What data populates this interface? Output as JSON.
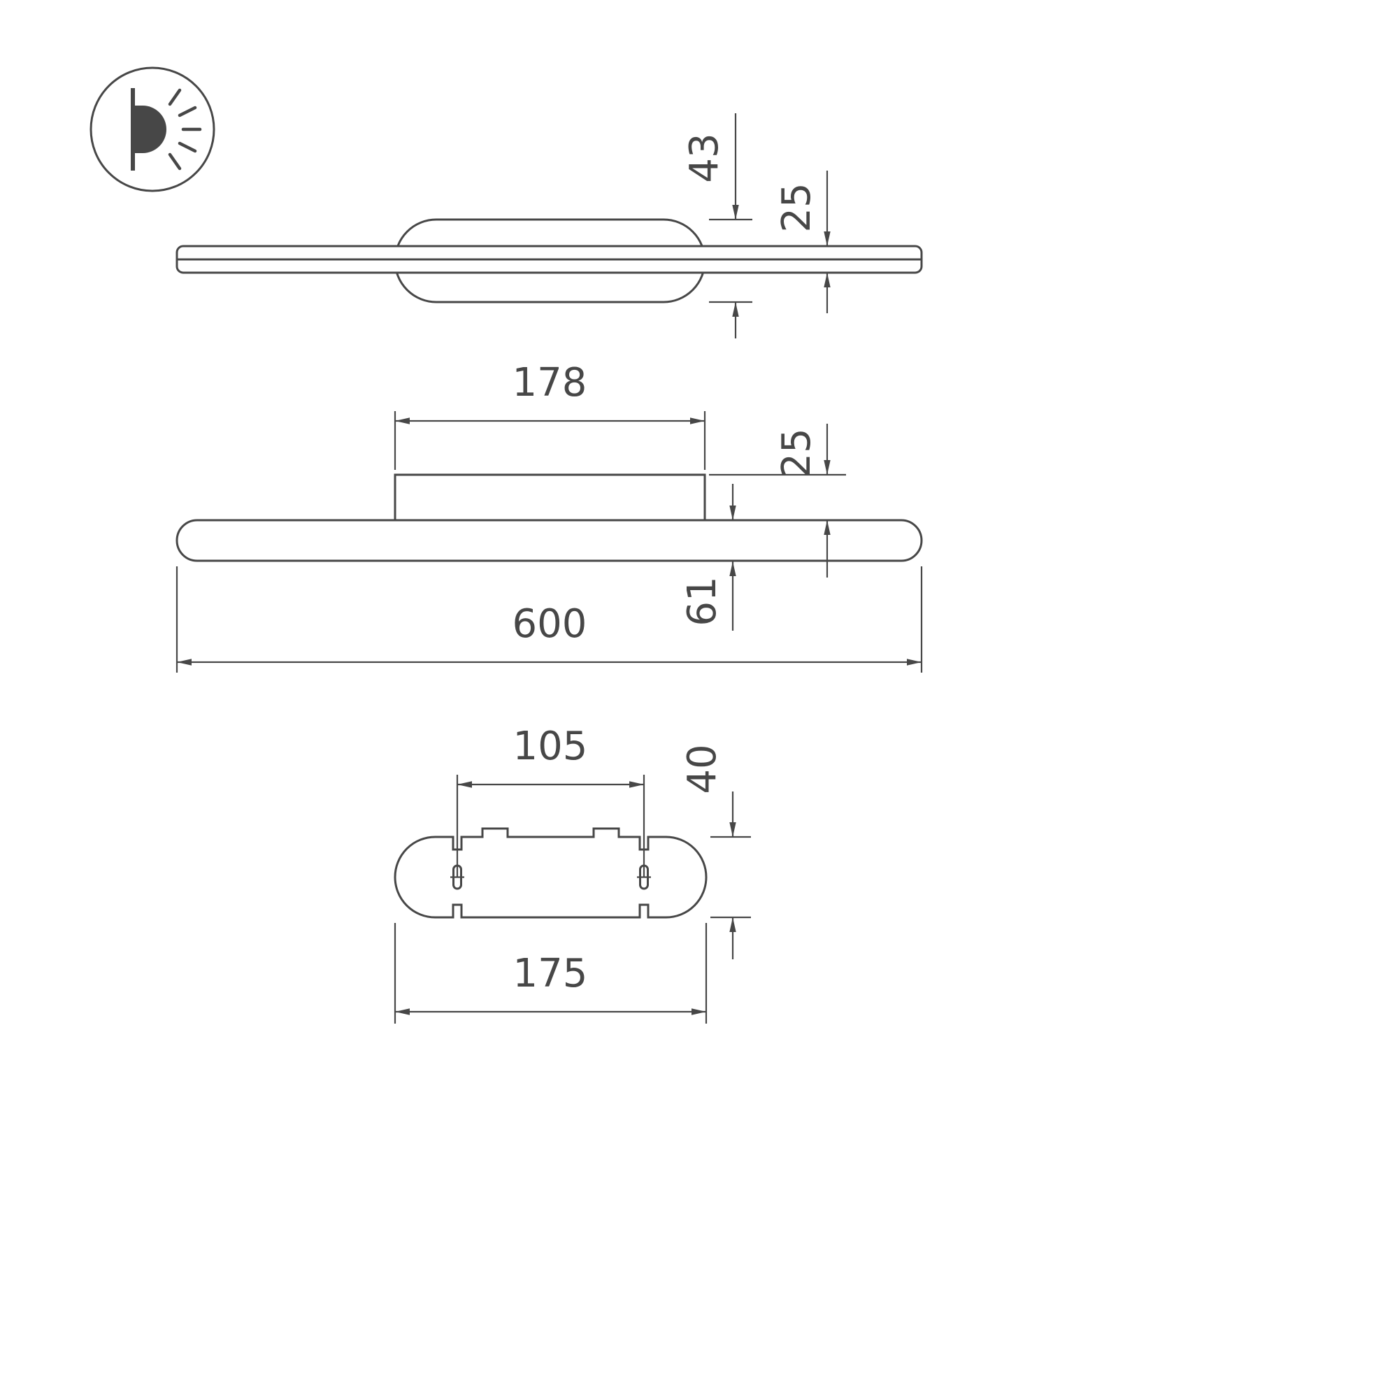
{
  "colors": {
    "line": "#474747",
    "background": "#ffffff"
  },
  "icon": "wall-light-icon",
  "views": {
    "side_profile": {
      "dims": {
        "bracket_depth": "43",
        "panel_depth": "25"
      }
    },
    "front": {
      "dims": {
        "bracket_width": "178",
        "bracket_height": "25",
        "panel_height": "61",
        "overall_length": "600"
      }
    },
    "bracket_plan": {
      "dims": {
        "hole_spacing": "105",
        "bracket_depth": "40",
        "bracket_length": "175"
      }
    }
  }
}
